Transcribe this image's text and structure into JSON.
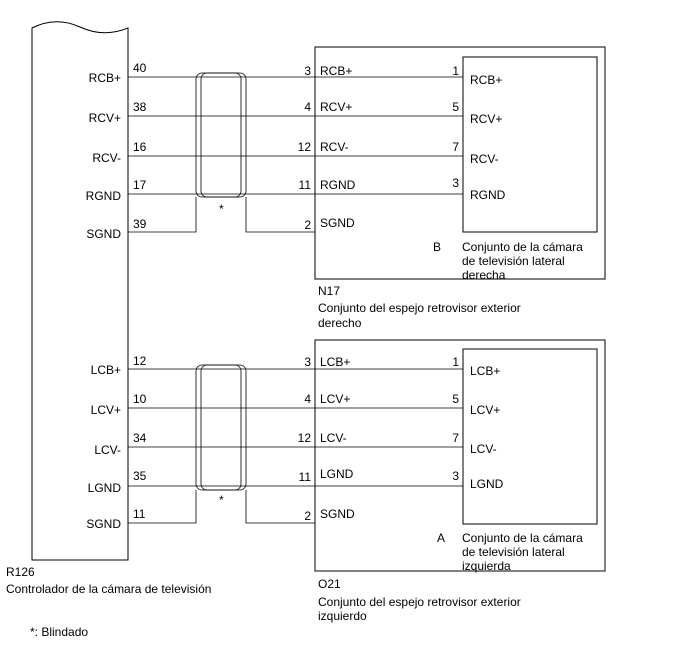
{
  "controller": {
    "code": "R126",
    "name": "Controlador de la cámara de televisión",
    "pins": [
      {
        "label": "RCB+",
        "num": "40"
      },
      {
        "label": "RCV+",
        "num": "38"
      },
      {
        "label": "RCV-",
        "num": "16"
      },
      {
        "label": "RGND",
        "num": "17"
      },
      {
        "label": "SGND",
        "num": "39"
      },
      {
        "label": "LCB+",
        "num": "12"
      },
      {
        "label": "LCV+",
        "num": "10"
      },
      {
        "label": "LCV-",
        "num": "34"
      },
      {
        "label": "LGND",
        "num": "35"
      },
      {
        "label": "SGND",
        "num": "11"
      }
    ]
  },
  "right_mirror": {
    "code": "N17",
    "name_line1": "Conjunto del espejo retrovisor exterior",
    "name_line2": "derecho",
    "pins": [
      {
        "num": "3",
        "label": "RCB+"
      },
      {
        "num": "4",
        "label": "RCV+"
      },
      {
        "num": "12",
        "label": "RCV-"
      },
      {
        "num": "11",
        "label": "RGND"
      },
      {
        "num": "2",
        "label": "SGND"
      }
    ],
    "camera": {
      "letter": "B",
      "line1": "Conjunto de la cámara",
      "line2": "de televisión lateral",
      "line3": "derecha",
      "pins": [
        {
          "num": "1",
          "label": "RCB+"
        },
        {
          "num": "5",
          "label": "RCV+"
        },
        {
          "num": "7",
          "label": "RCV-"
        },
        {
          "num": "3",
          "label": "RGND"
        }
      ]
    }
  },
  "left_mirror": {
    "code": "O21",
    "name_line1": "Conjunto del espejo retrovisor exterior",
    "name_line2": "izquierdo",
    "pins": [
      {
        "num": "3",
        "label": "LCB+"
      },
      {
        "num": "4",
        "label": "LCV+"
      },
      {
        "num": "12",
        "label": "LCV-"
      },
      {
        "num": "11",
        "label": "LGND"
      },
      {
        "num": "2",
        "label": "SGND"
      }
    ],
    "camera": {
      "letter": "A",
      "line1": "Conjunto de la cámara",
      "line2": "de televisión lateral",
      "line3": "izquierda",
      "pins": [
        {
          "num": "1",
          "label": "LCB+"
        },
        {
          "num": "5",
          "label": "LCV+"
        },
        {
          "num": "7",
          "label": "LCV-"
        },
        {
          "num": "3",
          "label": "LGND"
        }
      ]
    }
  },
  "shield_marker": "*",
  "footnote": "*: Blindado"
}
